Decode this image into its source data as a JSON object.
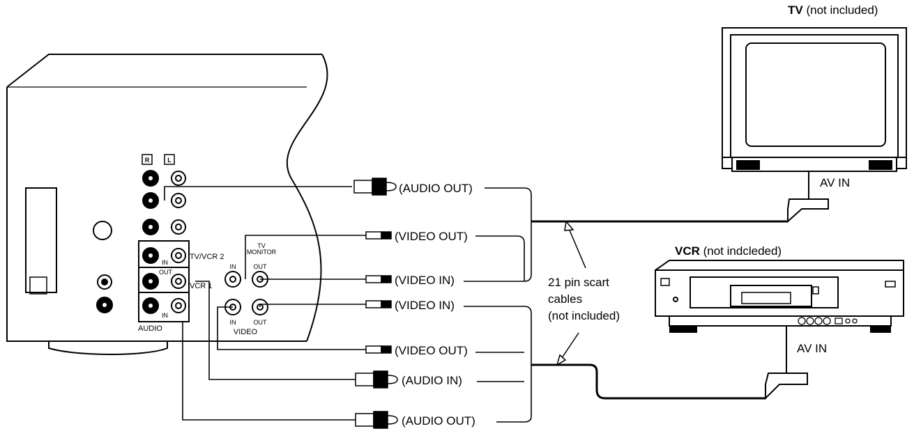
{
  "tv": {
    "title_bold": "TV",
    "title_rest": " (not included)",
    "port": "AV IN"
  },
  "vcr": {
    "title_bold": "VCR",
    "title_rest": " (not indcleded)",
    "port": "AV IN"
  },
  "scart_note": {
    "line1": "21 pin scart",
    "line2": "cables",
    "line3": "(not included)"
  },
  "cable_labels": {
    "audio_out_1": "(AUDIO OUT)",
    "video_out_1": "(VIDEO OUT)",
    "video_in_1": "(VIDEO IN)",
    "video_in_2": "(VIDEO IN)",
    "video_out_2": "(VIDEO OUT)",
    "audio_in": "(AUDIO IN)",
    "audio_out_2": "(AUDIO OUT)"
  },
  "panel_labels": {
    "r": "R",
    "l": "L",
    "tv_vcr2": "TV/VCR 2",
    "vcr1": "VCR 1",
    "in_a": "IN",
    "out_a": "OUT",
    "in_b": "IN",
    "audio": "AUDIO",
    "tv_monitor_1": "TV",
    "tv_monitor_2": "MONITOR",
    "mon_in": "IN",
    "mon_out": "OUT",
    "vid_in": "IN",
    "vid_out": "OUT",
    "video": "VIDEO"
  }
}
